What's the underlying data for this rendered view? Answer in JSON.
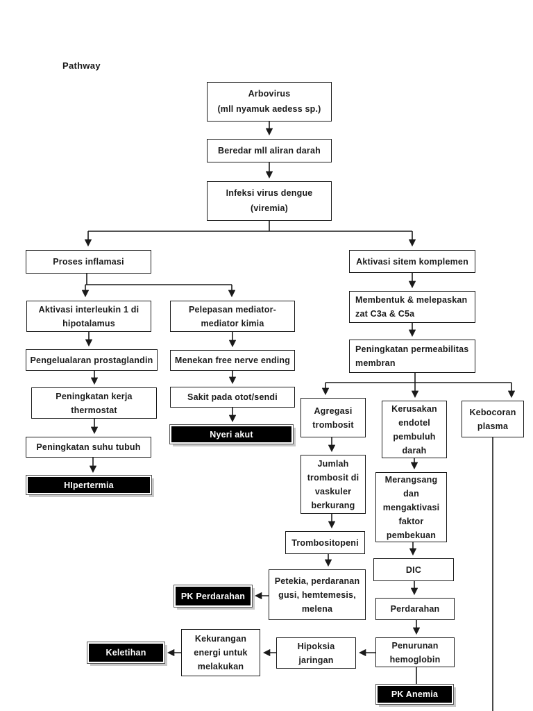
{
  "page": {
    "title": "Pathway"
  },
  "colors": {
    "line": "#1a1a1a",
    "box_background": "#ffffff",
    "box_border": "#1a1a1a",
    "result_box_background": "#000000",
    "result_box_text": "#ffffff",
    "result_box_shadow": "#c9c9c9"
  },
  "diagram": {
    "nodes": {
      "arbovirus": {
        "lines": [
          "Arbovirus",
          "(mll nyamuk aedess sp.)"
        ]
      },
      "beredar": {
        "lines": [
          "Beredar mll aliran darah"
        ]
      },
      "infeksi": {
        "lines": [
          "Infeksi virus dengue",
          "(viremia)"
        ]
      },
      "proses_inflamasi": {
        "lines": [
          "Proses inflamasi"
        ]
      },
      "aktivasi_komplemen": {
        "lines": [
          "Aktivasi sitem komplemen"
        ]
      },
      "aktivasi_interleukin": {
        "lines": [
          "Aktivasi interleukin 1 di",
          "hipotalamus"
        ]
      },
      "pelepasan_mediator": {
        "lines": [
          "Pelepasan mediator-",
          "mediator kimia"
        ]
      },
      "pengeluaran_prostaglandin": {
        "lines": [
          "Pengelualaran prostaglandin"
        ]
      },
      "menekan_free_nerve": {
        "lines": [
          "Menekan free nerve ending"
        ]
      },
      "peningkatan_kerja_thermostat": {
        "lines": [
          "Peningkatan kerja",
          "thermostat"
        ]
      },
      "sakit_otot": {
        "lines": [
          "Sakit pada otot/sendi"
        ]
      },
      "peningkatan_suhu": {
        "lines": [
          "Peningkatan suhu tubuh"
        ]
      },
      "nyeri_akut": {
        "lines": [
          "Nyeri akut"
        ]
      },
      "hipertermia": {
        "lines": [
          "HIpertermia"
        ]
      },
      "membentuk_zat": {
        "lines": [
          "Membentuk & melepaskan",
          "zat C3a & C5a"
        ]
      },
      "peningkatan_permeabilitas": {
        "lines": [
          "Peningkatan permeabilitas",
          "membran"
        ]
      },
      "agregasi_trombosit": {
        "lines": [
          "Agregasi",
          "trombosit"
        ]
      },
      "kerusakan_endotel": {
        "lines": [
          "Kerusakan",
          "endotel",
          "pembuluh",
          "darah"
        ]
      },
      "kebocoran_plasma": {
        "lines": [
          "Kebocoran",
          "plasma"
        ]
      },
      "jumlah_trombosit": {
        "lines": [
          "Jumlah",
          "trombosit di",
          "vaskuler",
          "berkurang"
        ]
      },
      "merangsang_faktor": {
        "lines": [
          "Merangsang",
          "dan",
          "mengaktivasi",
          "faktor",
          "pembekuan"
        ]
      },
      "trombositopeni": {
        "lines": [
          "Trombositopeni"
        ]
      },
      "petekia": {
        "lines": [
          "Petekia, perdaranan",
          "gusi, hemtemesis,",
          "melena"
        ]
      },
      "dic": {
        "lines": [
          "DIC"
        ]
      },
      "perdarahan": {
        "lines": [
          "Perdarahan"
        ]
      },
      "pk_perdarahan": {
        "lines": [
          "PK Perdarahan"
        ]
      },
      "hipoksia_jaringan": {
        "lines": [
          "Hipoksia",
          "jaringan"
        ]
      },
      "penurunan_hemoglobin": {
        "lines": [
          "Penurunan",
          "hemoglobin"
        ]
      },
      "pk_anemia": {
        "lines": [
          "PK Anemia"
        ]
      },
      "kekurangan_energi": {
        "lines": [
          "Kekurangan",
          "energi untuk",
          "melakukan"
        ]
      },
      "keletihan": {
        "lines": [
          "Keletihan"
        ]
      }
    }
  }
}
